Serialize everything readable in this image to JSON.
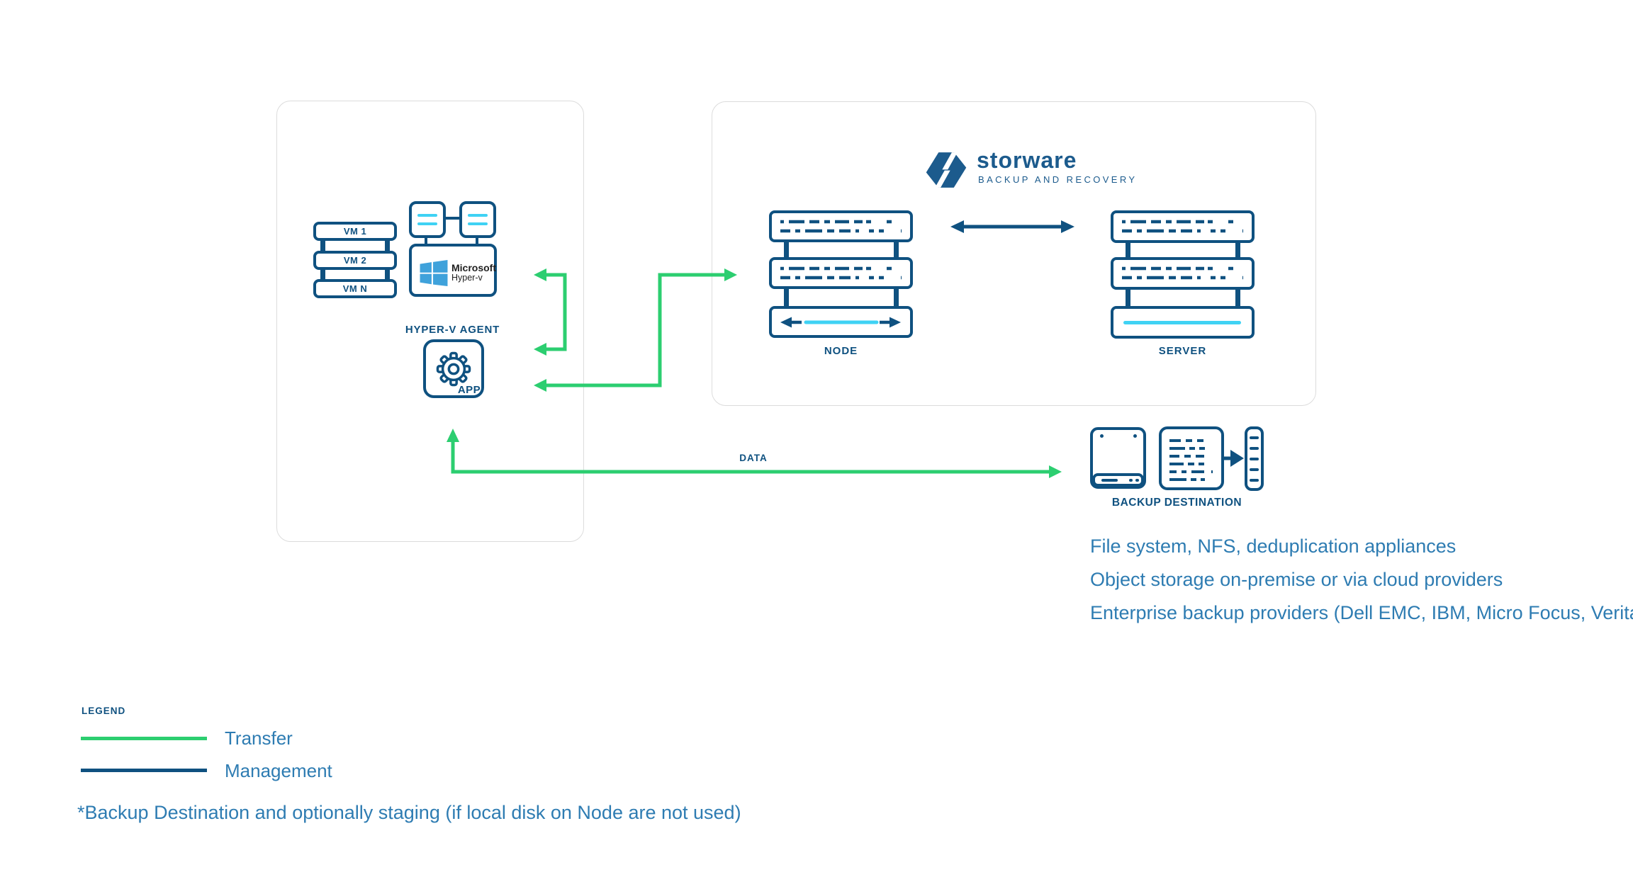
{
  "colors": {
    "navy": "#0F5180",
    "logo_navy": "#1C5B8D",
    "green": "#2CCE70",
    "cyan": "#3FD2F4",
    "text_blue": "#2E7CB2",
    "microsoft_blue": "#3FA2DB",
    "box_border_gray": "#DCDCDC"
  },
  "logo": {
    "brand": "storware",
    "tagline": "BACKUP AND RECOVERY",
    "icon": "storware-diamond-s-mark"
  },
  "hypervisor_group": {
    "vm_labels": [
      "VM 1",
      "VM 2",
      "VM N"
    ],
    "ms_brand": "Microsoft",
    "ms_product": "Hyper-v",
    "agent_title": "HYPER-V AGENT",
    "agent_app_label": "APP",
    "icons": {
      "vm_stack": "vm-stack-icon",
      "hypervisor": "microsoft-windows-icon",
      "agent": "gear-icon"
    }
  },
  "storware_group": {
    "node_label": "NODE",
    "server_label": "SERVER",
    "icons": {
      "node": "server-stack-icon",
      "server": "server-stack-icon"
    }
  },
  "backup_destination": {
    "label": "BACKUP DESTINATION",
    "icons": [
      "disk-drive-icon",
      "file-blocks-icon",
      "tape-list-icon"
    ],
    "notes": [
      "File system, NFS, deduplication appliances",
      "Object storage on-premise or via cloud providers",
      "Enterprise backup providers (Dell EMC, IBM, Micro Focus, Veritas)"
    ]
  },
  "flows": {
    "data_label": "DATA"
  },
  "legend": {
    "title": "LEGEND",
    "items": [
      {
        "label": "Transfer",
        "color": "#2CCE70"
      },
      {
        "label": "Management",
        "color": "#0F5180"
      }
    ]
  },
  "footnote": "*Backup Destination and optionally staging (if local disk on Node are not used)"
}
